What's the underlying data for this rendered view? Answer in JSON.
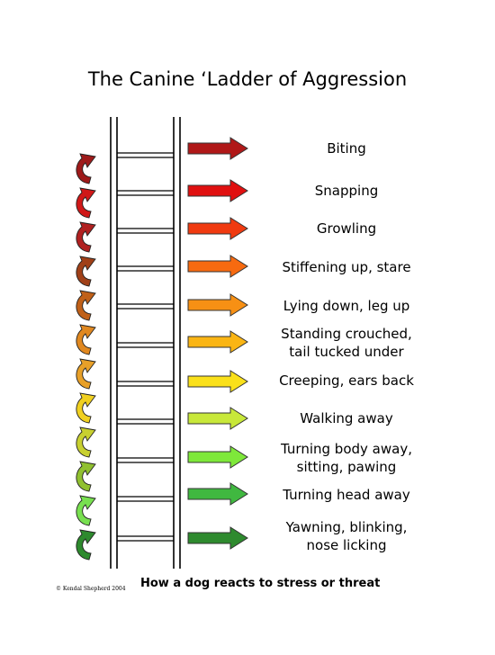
{
  "title": "The Canine ‘Ladder of Aggression",
  "subtitle": "How a dog reacts to stress or threat",
  "copyright": "© Kendal Shepherd 2004",
  "steps": [
    {
      "label": "Biting",
      "color": "#b01818"
    },
    {
      "label": "Snapping",
      "color": "#e01010"
    },
    {
      "label": "Growling",
      "color": "#f03a10"
    },
    {
      "label": "Stiffening up, stare",
      "color": "#f76a10"
    },
    {
      "label": "Lying down, leg up",
      "color": "#f79014"
    },
    {
      "label": "Standing crouched,\ntail tucked under",
      "color": "#fab514"
    },
    {
      "label": "Creeping, ears back",
      "color": "#fae01a"
    },
    {
      "label": "Walking away",
      "color": "#c8e83a"
    },
    {
      "label": "Turning body away,\nsitting, pawing",
      "color": "#7ee83a"
    },
    {
      "label": "Turning head away",
      "color": "#40b840"
    },
    {
      "label": "Yawning, blinking,\nnose licking",
      "color": "#2e8a2e"
    }
  ],
  "curve_arrows": {
    "colors": [
      "#9e1a1a",
      "#d01818",
      "#b02020",
      "#a04018",
      "#c06018",
      "#e08820",
      "#e8a028",
      "#f0d020",
      "#c8d030",
      "#90c030",
      "#78e050",
      "#2e8a2e"
    ]
  }
}
